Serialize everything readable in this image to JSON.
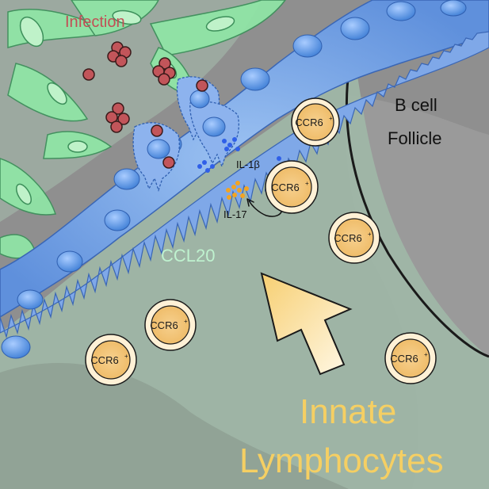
{
  "labels": {
    "infection": "Infection",
    "b_cell_follicle_line1": "B cell",
    "b_cell_follicle_line2": "Follicle",
    "il1b": "IL-1β",
    "il17": "IL-17",
    "ccl20": "CCL20",
    "innate_line1": "Innate",
    "innate_line2": "Lymphocytes"
  },
  "cells": {
    "ccr6_base": "CCR6",
    "ccr6_sup": "+"
  },
  "colors": {
    "background_gray": "#8f8f8f",
    "tissue_green": "#9fb6a6",
    "epithelium_blue": "#6fa0e6",
    "nucleus_blue": "#3f7fd6",
    "fibroblast_green": "#8fe6a6",
    "bacteria_red": "#c2555a",
    "lymphocyte_orange": "#f3c472",
    "lymphocyte_ring": "#fff1d6",
    "il17_orange": "#f2a423",
    "il1b_blue": "#2f5fe8",
    "ccl20_green": "#bff2cf",
    "innate_text": "#f5cf63",
    "infection_text": "#c24e55"
  },
  "icons": {
    "arrow": "migration-arrow-icon",
    "curved_arrow": "feedback-curved-arrow-icon"
  }
}
